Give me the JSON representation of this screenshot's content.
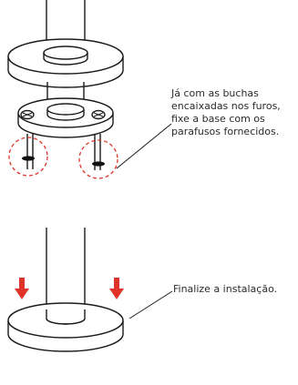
{
  "steps": [
    {
      "lines": [
        "Já com as buchas",
        "encaixadas nos furos,",
        "fixe a base com os",
        "parafusos fornecidos."
      ]
    },
    {
      "lines": [
        "Finalize a instalação."
      ]
    }
  ],
  "colors": {
    "line": "#1a1a1a",
    "hole_marker": "#e0342a",
    "arrow": "#e0342a",
    "hole": "#111111",
    "text": "#2a2a2a"
  },
  "icons": {
    "screw": "screw-head-icon",
    "arrow": "arrow-down-icon"
  }
}
